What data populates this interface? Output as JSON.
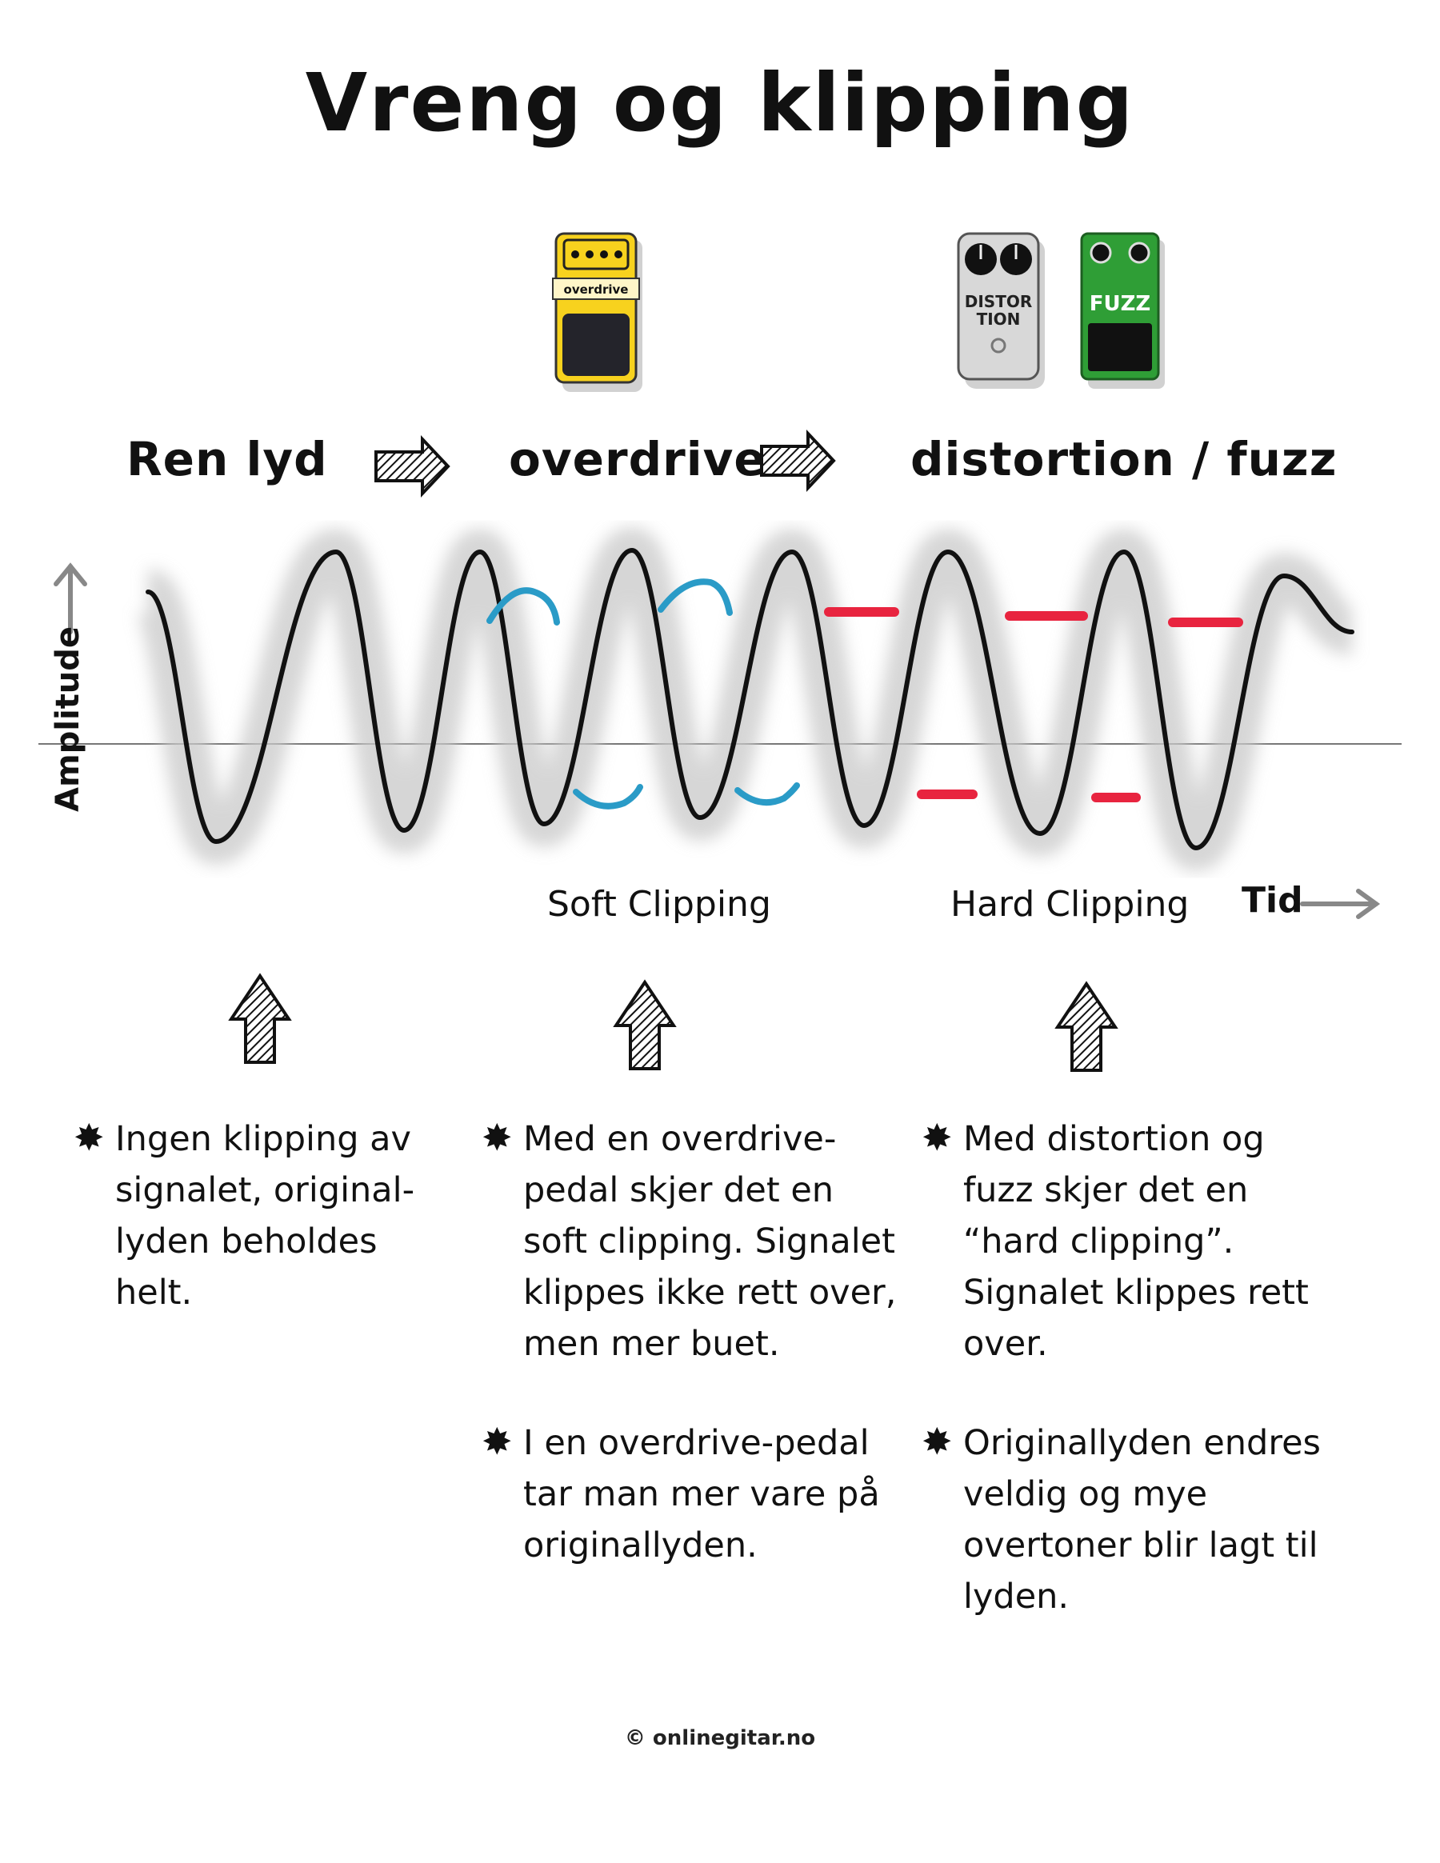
{
  "title": "Vreng og klipping",
  "stages": {
    "clean": "Ren lyd",
    "overdrive": "overdrive",
    "distortion": "distortion / fuzz"
  },
  "pedals": {
    "overdrive_label": "overdrive",
    "distortion_label_1": "DISTOR",
    "distortion_label_2": "TION",
    "fuzz_label": "FUZZ"
  },
  "axes": {
    "y_label": "Amplitude",
    "x_label": "Tid"
  },
  "clip_labels": {
    "soft": "Soft Clipping",
    "hard": "Hard Clipping"
  },
  "notes": {
    "clean": [
      "Ingen klipping av signalet, original-lyden beholdes helt."
    ],
    "overdrive": [
      "Med en overdrive-pedal skjer det en soft clipping. Signalet klippes ikke rett over, men mer buet.",
      "I en overdrive-pedal tar man mer vare på originallyden."
    ],
    "distortion": [
      "Med distortion og fuzz skjer det en “hard clipping”. Signalet klippes rett over.",
      "Originallyden endres veldig og mye overtoner blir lagt til lyden."
    ]
  },
  "footer": "© onlinegitar.no",
  "colors": {
    "soft_clip": "#2a9bc7",
    "hard_clip": "#e8243f",
    "overdrive_pedal": "#f7d21e",
    "fuzz_pedal": "#2f9e36",
    "distortion_pedal": "#d4d4d4"
  }
}
